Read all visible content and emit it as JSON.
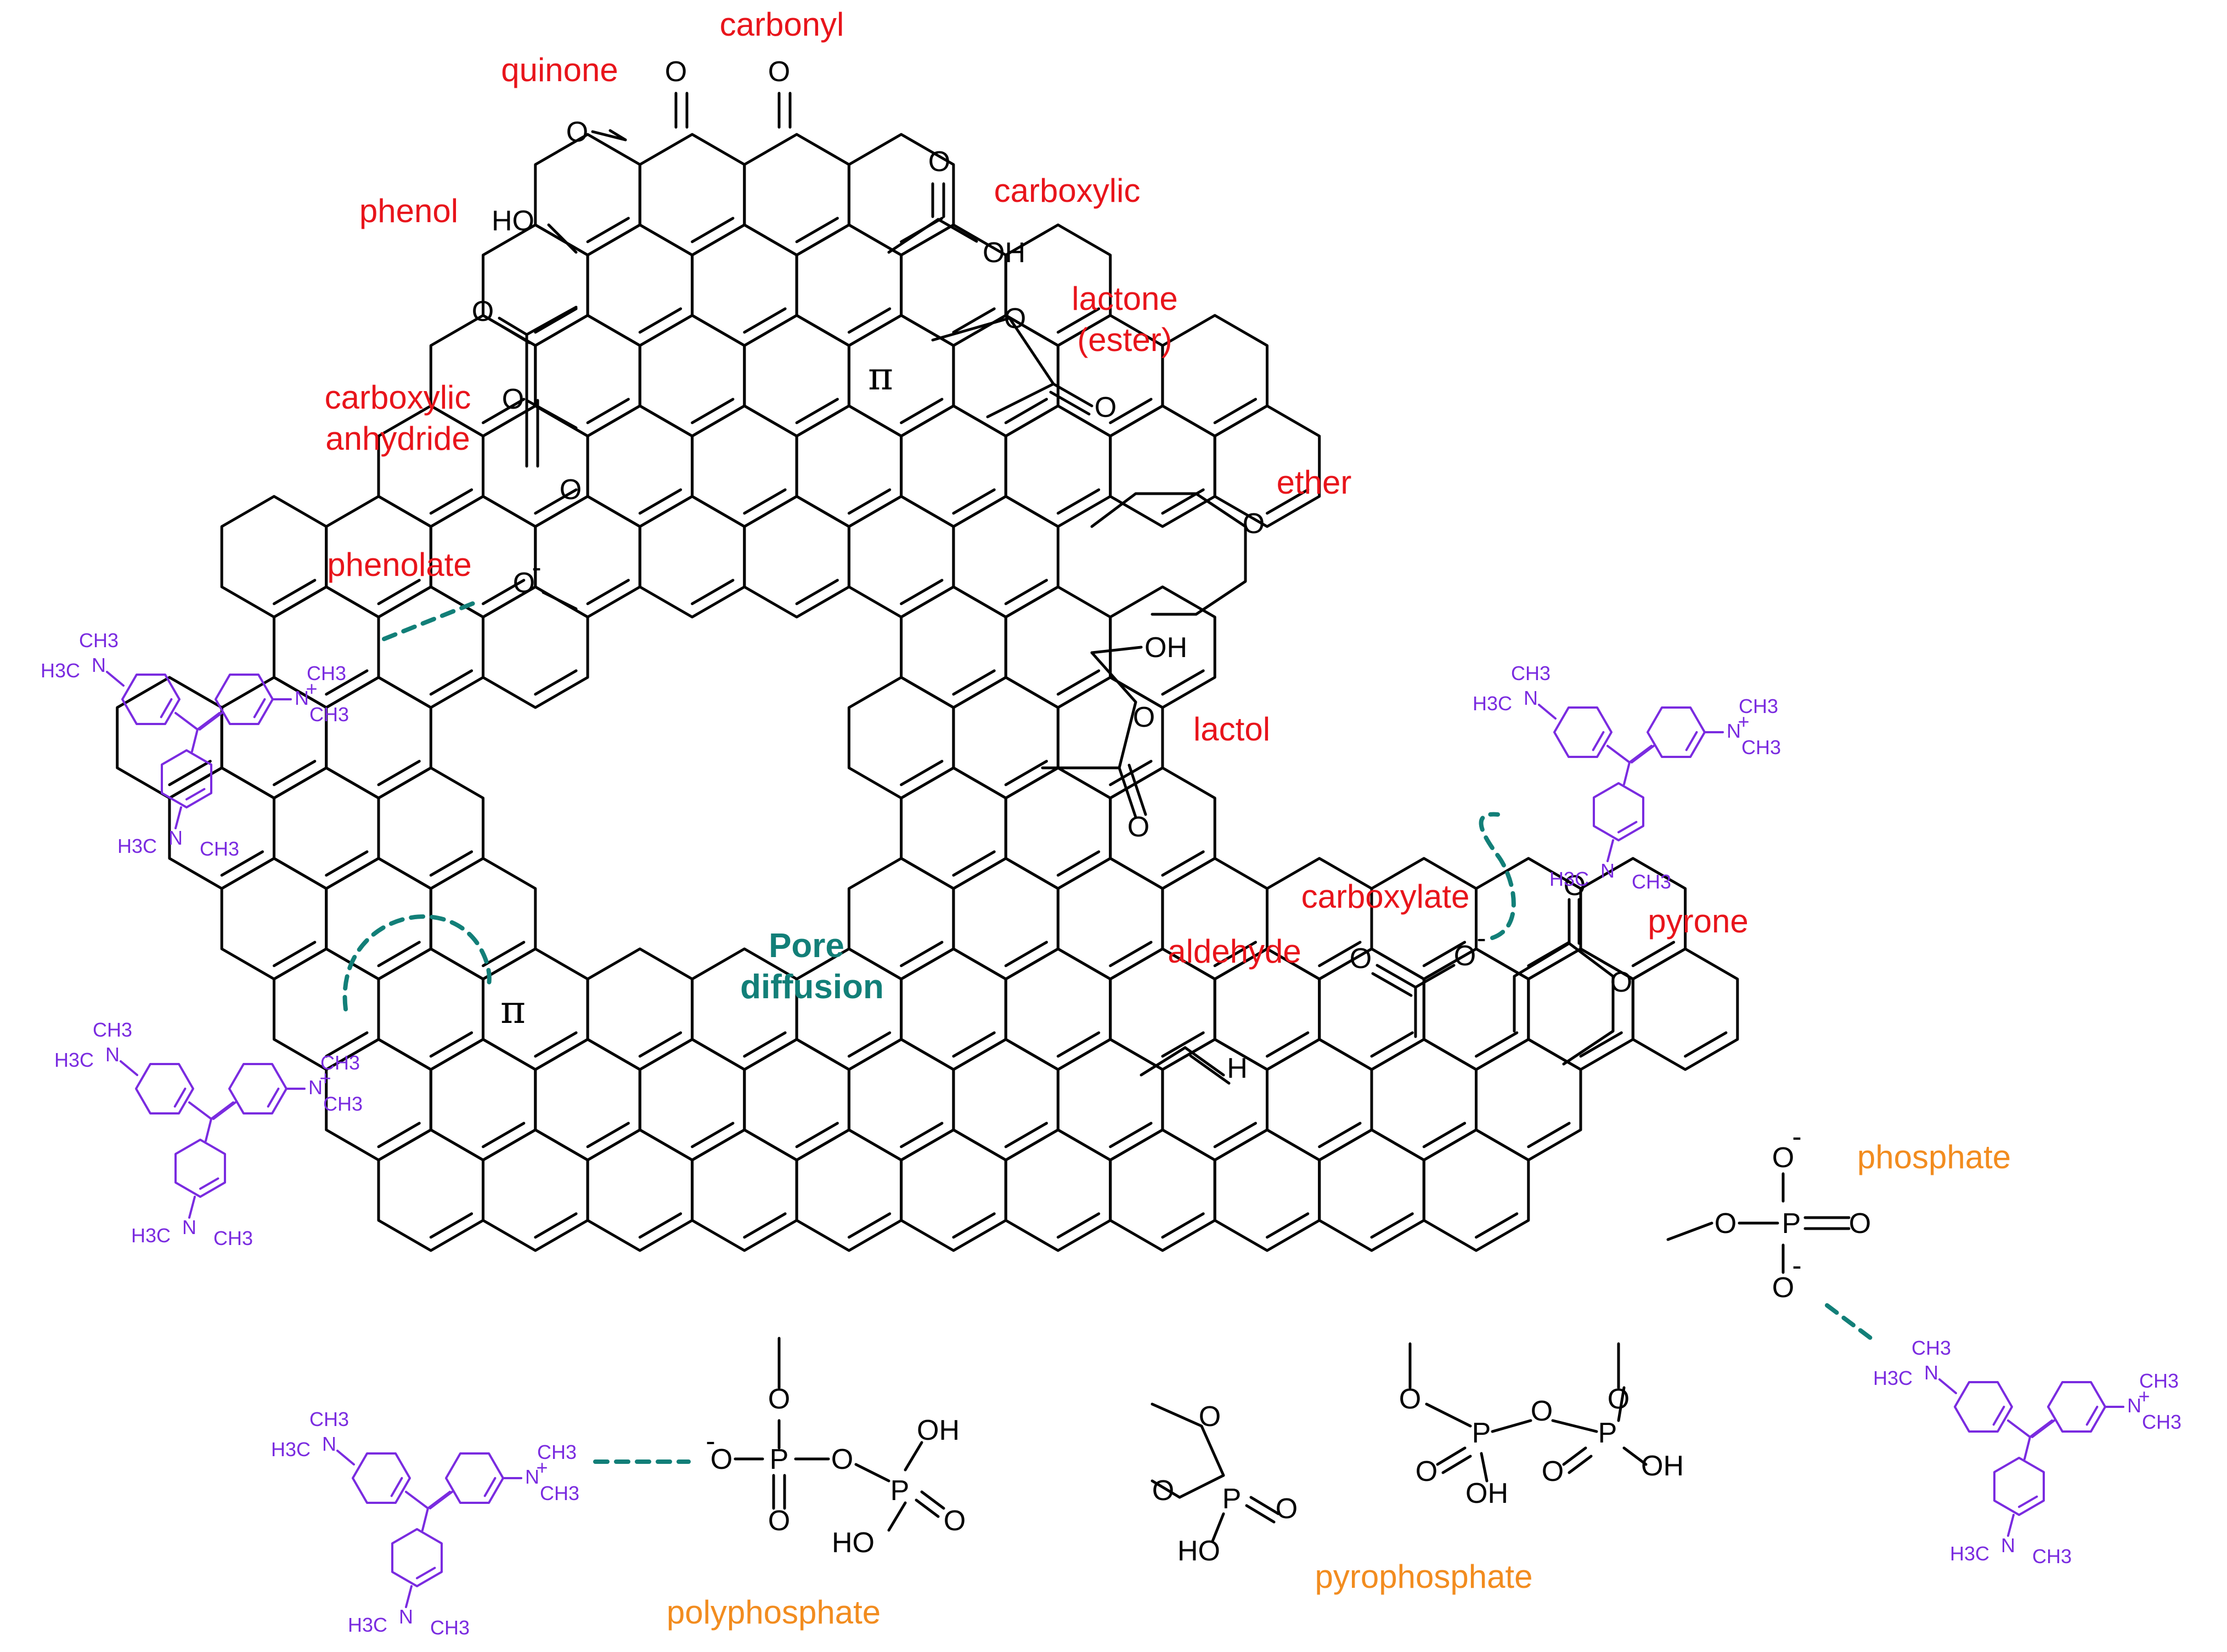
{
  "labels": {
    "carbonyl": "carbonyl",
    "quinone": "quinone",
    "phenol": "phenol",
    "carboxylic": "carboxylic",
    "lactone_1": "lactone",
    "lactone_2": "(ester)",
    "anhydride_1": "carboxylic",
    "anhydride_2": "anhydride",
    "ether": "ether",
    "phenolate": "phenolate",
    "lactol": "lactol",
    "carboxylate": "carboxylate",
    "pyrone": "pyrone",
    "aldehyde": "aldehyde",
    "phosphate": "phosphate",
    "pyrophosphate": "pyrophosphate",
    "polyphosphate": "polyphosphate",
    "pore_1": "Pore",
    "pore_2": "diffusion"
  },
  "symbols": {
    "pi": "π",
    "oxygen": "O",
    "hydroxyl": "HO",
    "hydroxyl_r": "OH",
    "phosphorus": "P",
    "hydrogen": "H",
    "minus": "-"
  },
  "dye": {
    "nme2_left": "H3C",
    "nitrogen": "N",
    "methyl": "CH3",
    "cation": "+"
  },
  "colors": {
    "surface_group": "#e8141b",
    "phosphorus_group": "#f28c1f",
    "interaction": "#127f78",
    "dye": "#7a2be0"
  }
}
